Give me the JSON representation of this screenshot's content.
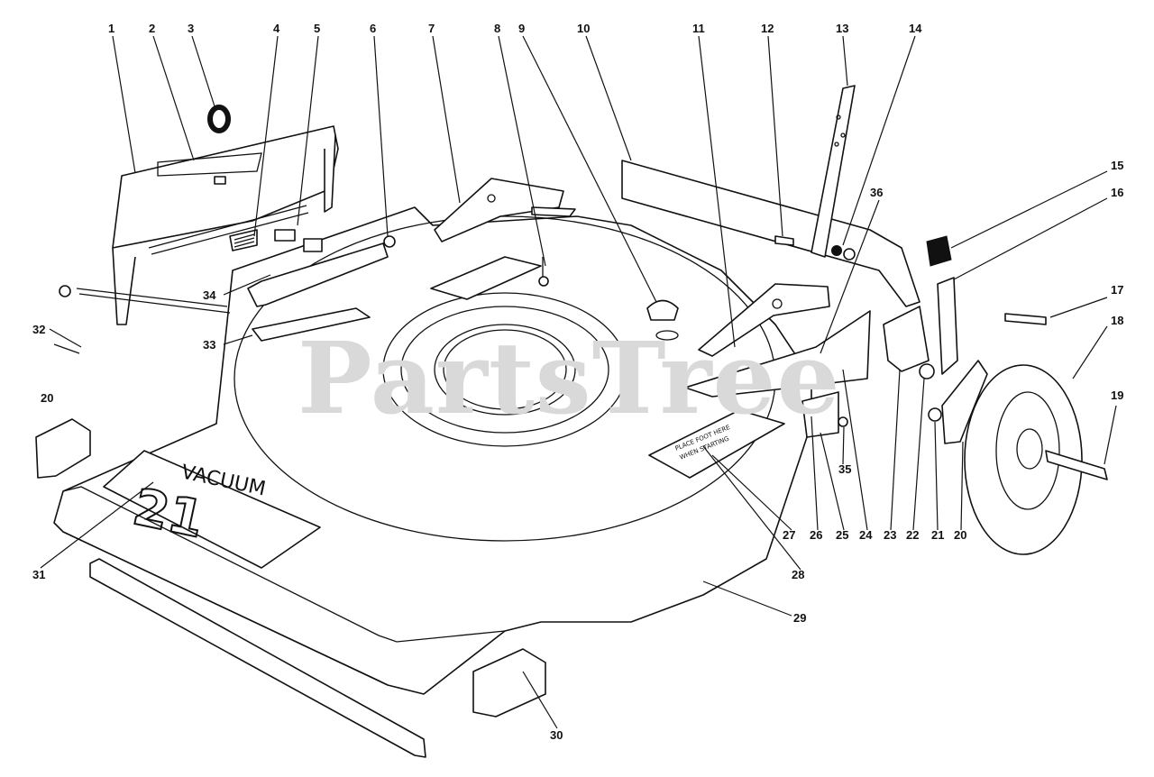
{
  "watermark": "PartsTree",
  "callouts": [
    "1",
    "2",
    "3",
    "4",
    "5",
    "6",
    "7",
    "8",
    "9",
    "10",
    "11",
    "12",
    "13",
    "14",
    "15",
    "16",
    "17",
    "18",
    "19",
    "20",
    "20",
    "21",
    "22",
    "23",
    "24",
    "25",
    "26",
    "27",
    "28",
    "29",
    "30",
    "31",
    "32",
    "33",
    "34",
    "35",
    "36"
  ],
  "deck_logo": {
    "word": "VACUUM",
    "number": "21"
  },
  "decal_text": [
    "PLACE FOOT HERE",
    "WHEN STARTING"
  ]
}
